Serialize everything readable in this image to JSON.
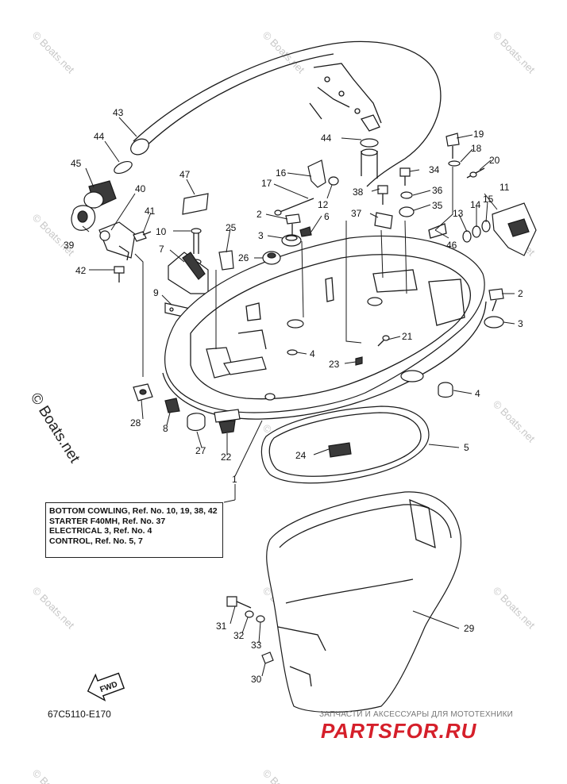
{
  "legend": {
    "lines": [
      "BOTTOM COWLING,  Ref. No. 10, 19, 38, 42",
      "STARTER F40MH,  Ref. No. 37",
      "ELECTRICAL 3,  Ref. No. 4",
      "CONTROL,  Ref. No. 5, 7"
    ]
  },
  "diagram_code": "67C5110-E170",
  "fwd_label": "FWD",
  "watermark": {
    "text": "© Boats.net",
    "logo_text": "PARTSFOR.RU",
    "logo_subtitle": "ЗАПЧАСТИ И АКСЕССУАРЫ ДЛЯ МОТОТЕХНИКИ"
  },
  "callouts": [
    "1",
    "2",
    "3",
    "4",
    "5",
    "6",
    "7",
    "8",
    "9",
    "10",
    "11",
    "12",
    "13",
    "14",
    "15",
    "16",
    "17",
    "18",
    "19",
    "20",
    "21",
    "22",
    "23",
    "24",
    "25",
    "26",
    "27",
    "28",
    "29",
    "30",
    "31",
    "32",
    "33",
    "34",
    "35",
    "36",
    "37",
    "38",
    "39",
    "40",
    "41",
    "42",
    "43",
    "44",
    "45",
    "46",
    "47"
  ],
  "colors": {
    "line": "#1a1a1a",
    "logo_red": "#d51f2a",
    "watermark": "#c8c8c8"
  }
}
